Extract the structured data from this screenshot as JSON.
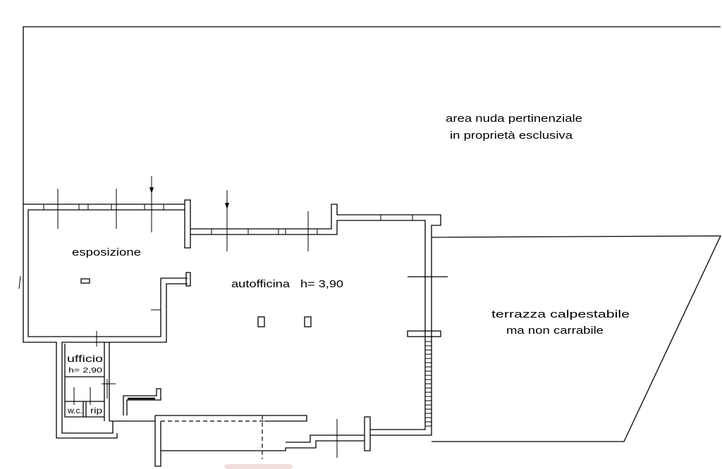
{
  "labels": {
    "area_title_line1": "area nuda pertinenziale",
    "area_title_line2": "in proprietà esclusiva",
    "esposizione": "esposizione",
    "autofficina": "autofficina",
    "autofficina_height": "h= 3,90",
    "terrazza_line1": "terrazza calpestabile",
    "terrazza_line2": "ma non carrabile",
    "ufficio": "ufficio",
    "ufficio_height": "h= 2,90",
    "wc": "w.c.",
    "rip": "rip"
  },
  "colors": {
    "line": "#000000",
    "background": "#ffffff",
    "watermark": "#f3dede"
  }
}
